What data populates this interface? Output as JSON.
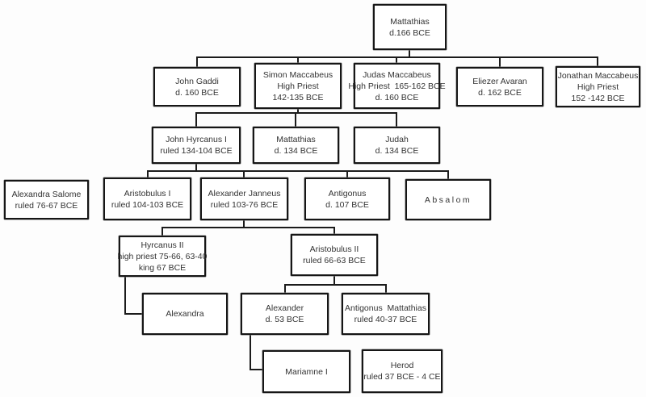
{
  "diagram": {
    "colors": {
      "background": "#fdfdfd",
      "box_fill": "#ffffff",
      "box_border": "#161616",
      "connector_line": "#1b1b1b",
      "text": "#333333"
    },
    "nodes": {
      "mattathias": {
        "lines": [
          "Mattathias",
          "d.166 BCE"
        ]
      },
      "john_gaddi": {
        "lines": [
          "John Gaddi",
          "d. 160 BCE"
        ]
      },
      "simon_maccabeus": {
        "lines": [
          "Simon Maccabeus",
          "High Priest",
          "142-135 BCE"
        ]
      },
      "judas_maccabeus": {
        "lines": [
          "Judas Maccabeus",
          "High Priest  165-162 BCE",
          "d. 160 BCE"
        ]
      },
      "eliezer_avaran": {
        "lines": [
          "Eliezer Avaran",
          "d. 162 BCE"
        ]
      },
      "jonathan_maccabeus": {
        "lines": [
          "Jonathan Maccabeus",
          "High Priest",
          "152 -142 BCE"
        ]
      },
      "john_hyrcanus_i": {
        "lines": [
          "John Hyrcanus I",
          "ruled 134-104 BCE"
        ]
      },
      "mattathias_ii": {
        "lines": [
          "Mattathias",
          "d. 134 BCE"
        ]
      },
      "judah": {
        "lines": [
          "Judah",
          "d. 134 BCE"
        ]
      },
      "alexandra_salome": {
        "lines": [
          "Alexandra Salome",
          "ruled 76-67 BCE"
        ]
      },
      "aristobulus_i": {
        "lines": [
          "Aristobulus I",
          "ruled 104-103 BCE"
        ]
      },
      "alexander_janneus": {
        "lines": [
          "Alexander Janneus",
          "ruled 103-76 BCE"
        ]
      },
      "antigonus": {
        "lines": [
          "Antigonus",
          "d. 107 BCE"
        ]
      },
      "absalom": {
        "lines": [
          "Absalom"
        ]
      },
      "hyrcanus_ii": {
        "lines": [
          "Hyrcanus II",
          "high priest 75-66, 63-40",
          "king 67 BCE"
        ]
      },
      "aristobulus_ii": {
        "lines": [
          "Aristobulus II",
          "ruled 66-63 BCE"
        ]
      },
      "alexandra": {
        "lines": [
          "Alexandra"
        ]
      },
      "alexander": {
        "lines": [
          "Alexander",
          "d. 53 BCE"
        ]
      },
      "antigonus_mattathias": {
        "lines": [
          "Antigonus  Mattathias",
          "ruled 40-37 BCE"
        ]
      },
      "mariamne_i": {
        "lines": [
          "Mariamne I"
        ]
      },
      "herod": {
        "lines": [
          "Herod",
          "ruled 37 BCE - 4 CE"
        ]
      }
    }
  }
}
